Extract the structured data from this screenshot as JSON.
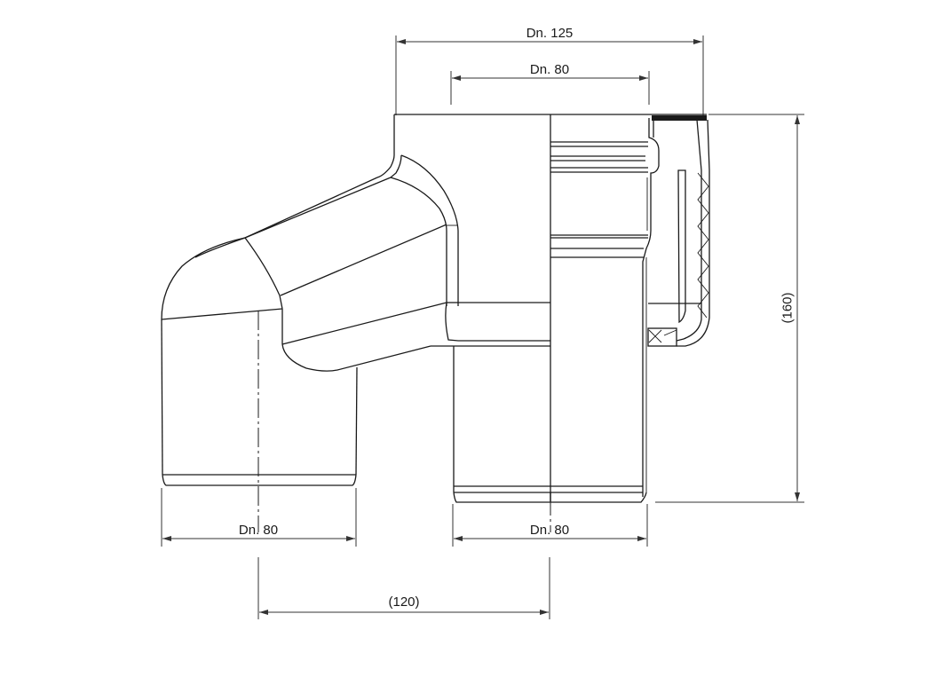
{
  "drawing": {
    "type": "technical drawing - pipe fitting / offset elbow with trap section",
    "line_color": "#1a1a1a",
    "background": "#ffffff"
  },
  "dimensions": {
    "top_outer": {
      "label": "Dn. 125"
    },
    "top_inner": {
      "label": "Dn. 80"
    },
    "height": {
      "label": "(160)"
    },
    "bottom_left": {
      "label": "Dn. 80"
    },
    "bottom_right": {
      "label": "Dn. 80"
    },
    "offset": {
      "label": "(120)"
    }
  }
}
